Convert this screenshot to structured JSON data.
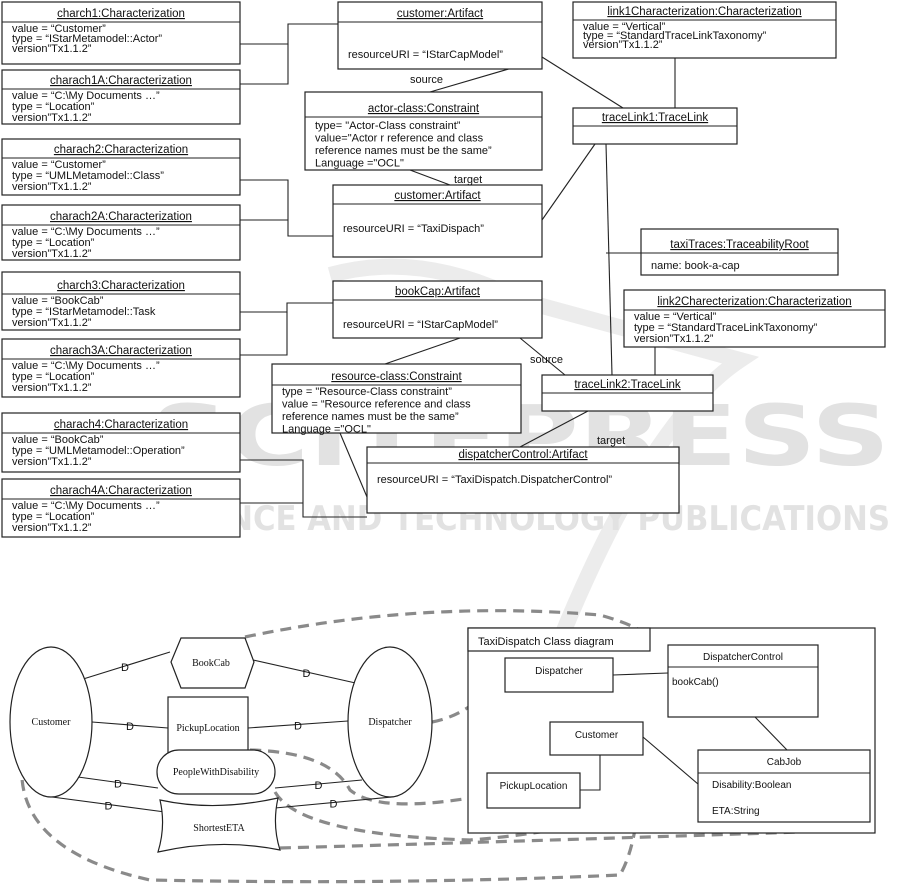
{
  "watermark": {
    "main": "SCITEPRESS",
    "sub": "SCIENCE AND TECHNOLOGY PUBLICATIONS"
  },
  "objects": [
    {
      "id": "charch1",
      "title": "charch1:Characterization",
      "attrs": [
        "value = “Customer”",
        "type = “IStarMetamodel::Actor”",
        "version”Tx1.1.2”"
      ]
    },
    {
      "id": "charach1A",
      "title": "charach1A:Characterization",
      "attrs": [
        "value = “C:\\My Documents …”",
        "type = “Location”",
        "version”Tx1.1.2”"
      ]
    },
    {
      "id": "charach2",
      "title": "charach2:Characterization",
      "attrs": [
        "value = “Customer”",
        "type = “UMLMetamodel::Class”",
        "version”Tx1.1.2”"
      ]
    },
    {
      "id": "charach2A",
      "title": "charach2A:Characterization",
      "attrs": [
        "value = “C:\\My Documents …”",
        "type = “Location”",
        "version”Tx1.1.2”"
      ]
    },
    {
      "id": "charch3",
      "title": "charch3:Characterization",
      "attrs": [
        "value = “BookCab”",
        "type = “IStarMetamodel::Task",
        "version”Tx1.1.2”"
      ]
    },
    {
      "id": "charach3A",
      "title": "charach3A:Characterization",
      "attrs": [
        "value = “C:\\My Documents …”",
        "type = “Location”",
        "version”Tx1.1.2”"
      ]
    },
    {
      "id": "charach4",
      "title": "charach4:Characterization",
      "attrs": [
        "value = “BookCab”",
        "type = “UMLMetamodel::Operation”",
        "version”Tx1.1.2”"
      ]
    },
    {
      "id": "charach4A",
      "title": "charach4A:Characterization",
      "attrs": [
        "value = “C:\\My Documents …”",
        "type = “Location”",
        "version”Tx1.1.2”"
      ]
    },
    {
      "id": "customerArt1",
      "title": "customer:Artifact",
      "attrs": [
        "resourceURI = “IStarCapModel”"
      ]
    },
    {
      "id": "actorClass",
      "title": "actor-class:Constraint",
      "attrs": [
        "type= \"Actor-Class constraint”",
        "value=\"Actor r reference and class",
        "reference names must be the same”",
        "Language =\"OCL\""
      ]
    },
    {
      "id": "customerArt2",
      "title": "customer:Artifact",
      "attrs": [
        "resourceURI =  “TaxiDispach”"
      ]
    },
    {
      "id": "bookCap",
      "title": "bookCap:Artifact",
      "attrs": [
        "resourceURI =  “IStarCapModel”"
      ]
    },
    {
      "id": "resourceClass",
      "title": "resource-class:Constraint",
      "attrs": [
        "type = \"Resource-Class constraint”",
        "value = “Resource reference and class",
        "reference  names must be the same”",
        "Language =\"OCL\""
      ]
    },
    {
      "id": "dispatcherControl",
      "title": "dispatcherControl:Artifact",
      "attrs": [
        "resourceURI =  “TaxiDispatch.DispatcherControl”"
      ]
    },
    {
      "id": "link1",
      "title": "link1Characterization:Characterization",
      "attrs": [
        "value = “Vertical”",
        "type = “StandardTraceLinkTaxonomy”",
        "version”Tx1.1.2”"
      ]
    },
    {
      "id": "traceLink1",
      "title": "traceLink1:TraceLink",
      "attrs": []
    },
    {
      "id": "taxiTraces",
      "title": "taxiTraces:TraceabilityRoot",
      "attrs": [
        "name: book-a-cap"
      ]
    },
    {
      "id": "link2",
      "title": "link2Charecterization:Characterization",
      "attrs": [
        "value  = “Vertical”",
        "type  =  “StandardTraceLinkTaxonomy”",
        "version”Tx1.1.2”"
      ]
    },
    {
      "id": "traceLink2",
      "title": "traceLink2:TraceLink",
      "attrs": []
    }
  ],
  "edge_labels": [
    "source",
    "target",
    "source",
    "target"
  ],
  "goal_model": {
    "nodes": [
      "Customer",
      "BookCab",
      "PickupLocation",
      "Dispatcher",
      "PeopleWithDisability",
      "ShortestETA"
    ],
    "dependency_marker": "D"
  },
  "class_diagram": {
    "title": "TaxiDispatch Class diagram",
    "classes": [
      {
        "name": "Dispatcher",
        "members": []
      },
      {
        "name": "DispatcherControl",
        "members": [
          "bookCab()"
        ]
      },
      {
        "name": "Customer",
        "members": []
      },
      {
        "name": "PickupLocation",
        "members": []
      },
      {
        "name": "CabJob",
        "members": [
          "Disability:Boolean",
          "ETA:String"
        ]
      }
    ]
  },
  "colors": {
    "line": "#222222",
    "trace_dash": "#8a8a8a"
  }
}
